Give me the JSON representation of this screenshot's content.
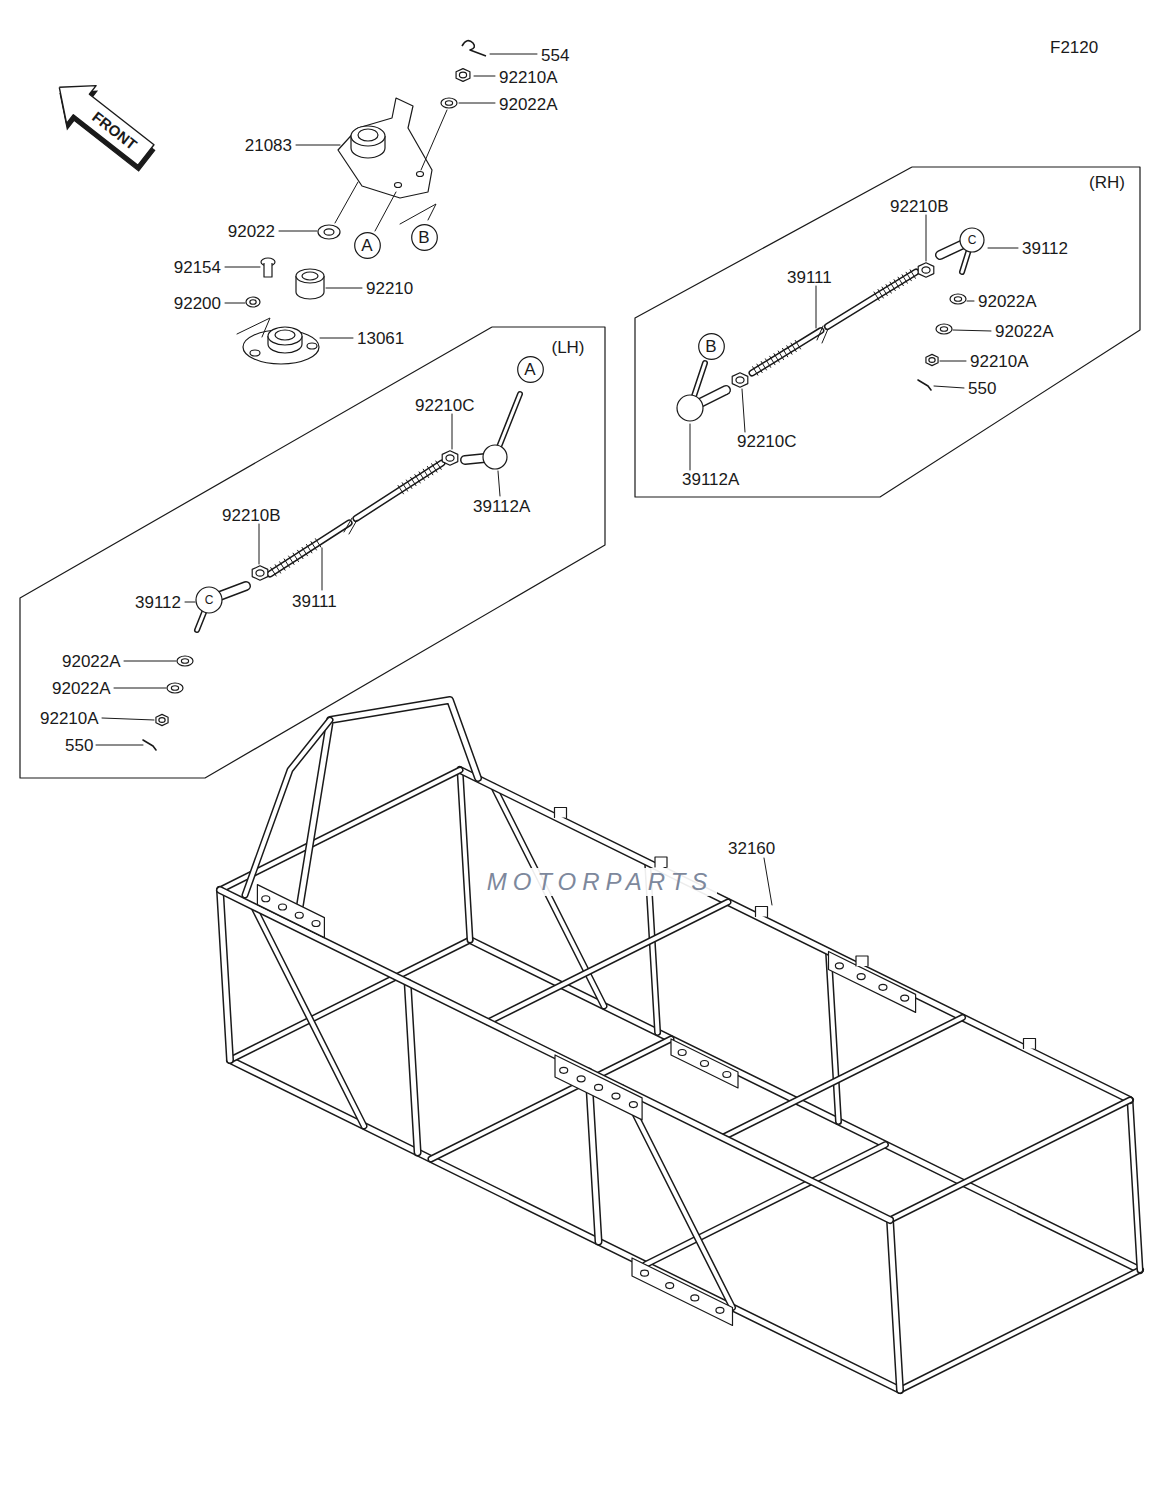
{
  "diagram": {
    "nodes": [
      {
        "text": [
          "A"
        ]
      },
      {
        "text": [
          "B"
        ]
      },
      {
        "text": [
          "(RH)"
        ]
      },
      {
        "text": [
          "B"
        ],
        "in": 2
      },
      {
        "text": [
          "(LH)"
        ]
      },
      {
        "text": [
          "A"
        ],
        "in": 4
      }
    ],
    "labels": [
      "F2120",
      "FRONT",
      "554",
      "92210A",
      "92022A",
      "21083",
      "92022",
      "92154",
      "92210",
      "92200",
      "13061",
      "92210C",
      "39112A",
      "92210B",
      "39111",
      "39112",
      "92022A",
      "92022A",
      "92210A",
      "550",
      "92210B",
      "39112",
      "39111",
      "92022A",
      "92022A",
      "92210A",
      "550",
      "92210C",
      "39112A",
      "32160",
      "C",
      "C",
      "MOTORPARTS"
    ]
  }
}
